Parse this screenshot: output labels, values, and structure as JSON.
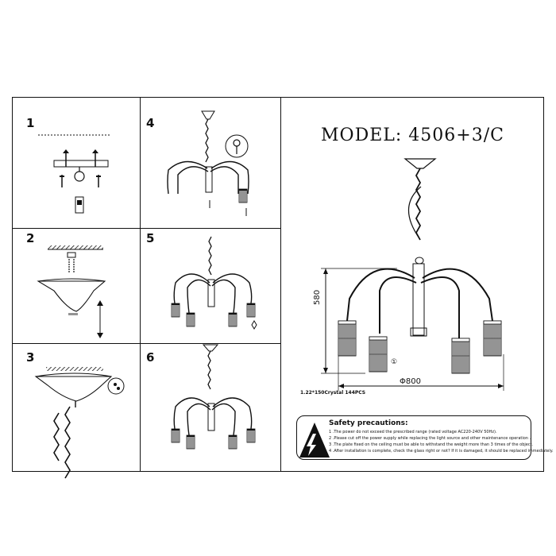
{
  "steps": [
    {
      "number": "1"
    },
    {
      "number": "2"
    },
    {
      "number": "3"
    },
    {
      "number": "4"
    },
    {
      "number": "5"
    },
    {
      "number": "6"
    }
  ],
  "model": {
    "label": "MODEL:  4506+3/C"
  },
  "dimensions": {
    "height": "580",
    "width": "Φ800",
    "crystal_note": "1.22*150Crystal  144PCS",
    "callout": "①"
  },
  "safety": {
    "title": "Safety precautions:",
    "rules": [
      "1 .The power do not exceed  the prescribed range (rated voltage AC220-240V  50Hz).",
      "2 .Please cut off the power supply while replacing  the light source and other maintenance operation .",
      "3 .The plate fixed on the ceiling must be able to withstand  the weight more than 3 times of the object.",
      "4 .After installation is complete, check the glass right or not? If it is damaged, it should be replaced immediately."
    ]
  }
}
